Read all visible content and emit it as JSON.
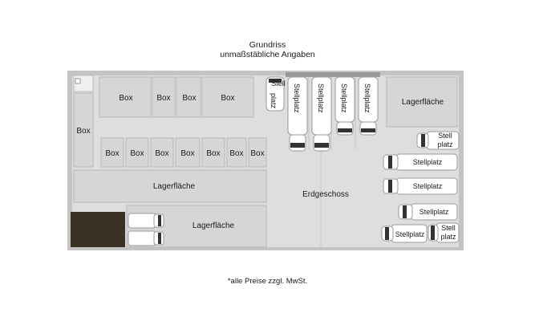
{
  "heading": {
    "line1": "Grundriss",
    "line2": "unmaßstäbliche Angaben"
  },
  "footnote": "*alle Preise zzgl. MwSt.",
  "rooms": {
    "box_top_1": "Box",
    "box_top_2": "Box",
    "box_top_3": "Box",
    "box_top_4": "Box",
    "box_left": "Box",
    "box_row2": [
      "Box",
      "Box",
      "Box",
      "Box",
      "Box",
      "Box",
      "Box"
    ],
    "lager_mid": "Lagerfläche",
    "lager_bottom": "Lagerfläche",
    "lager_right": "Lagerfläche",
    "erdgeschoss": "Erdgeschoss"
  },
  "parking": {
    "stell_narrow_line1": "Stell",
    "stell_narrow_line2": "platz",
    "stell_vertical": [
      "Stellplatz",
      "Stellplatz",
      "Stellplatz",
      "Stellplatz"
    ],
    "stell_right_top_line1": "Stell",
    "stell_right_top_line2": "platz",
    "stell_right_1": "Stellplatz",
    "stell_right_2": "Stellplatz",
    "stell_right_3": "Stellplatz",
    "stell_bottom_left": "Stellplatz",
    "stell_bottom_right_line1": "Stell",
    "stell_bottom_right_line2": "platz"
  },
  "colors": {
    "floor": "#dcdcdc",
    "wall": "#b5b5b5",
    "room": "#d8d8d8",
    "dark_area": "#3b3024",
    "vehicle": "#ffffff"
  }
}
